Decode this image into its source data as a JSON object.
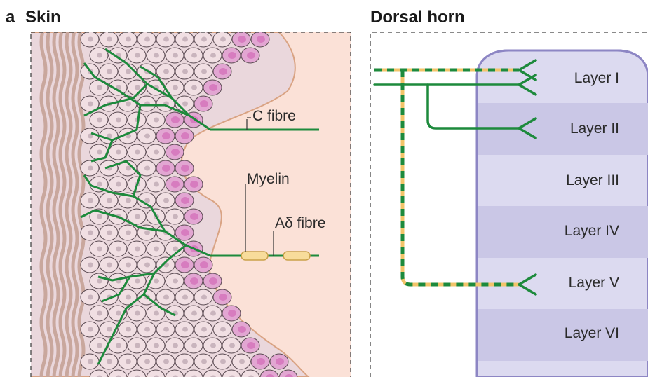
{
  "panel_letter": "a",
  "skin": {
    "title": "Skin",
    "labels": {
      "c_fibre": "C fibre",
      "myelin": "Myelin",
      "a_delta_fibre": "Aδ fibre"
    }
  },
  "dorsal_horn": {
    "title": "Dorsal horn",
    "layers": [
      "Layer I",
      "Layer II",
      "Layer III",
      "Layer IV",
      "Layer V",
      "Layer VI"
    ]
  },
  "colors": {
    "nerve_green": "#1d8a3c",
    "myelin_yellow": "#f2c46a",
    "dorsal_horn_fill": "#dcdaf0",
    "dorsal_horn_band": "#cac7e6",
    "dorsal_horn_border": "#8d86c4",
    "skin_background": "#fbe1d7",
    "cell_fill": "#f1dfe3",
    "basal_cell_fill": "#e2a6d2",
    "nucleus": "#d77cbf"
  }
}
